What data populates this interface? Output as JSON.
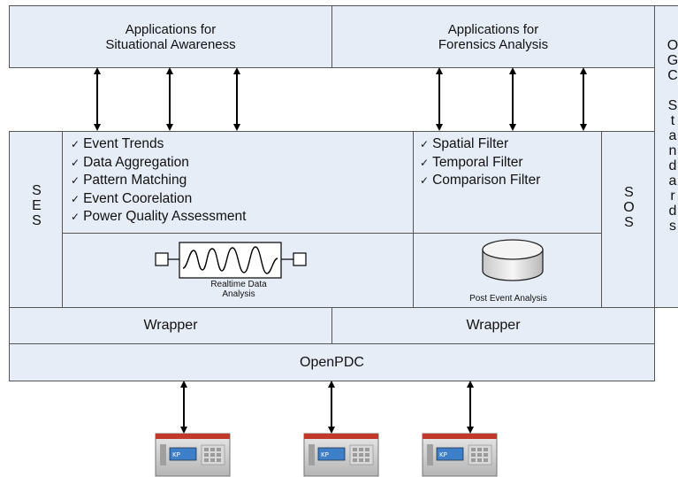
{
  "top": {
    "situational_line1": "Applications for",
    "situational_line2": "Situational Awareness",
    "forensics_line1": "Applications for",
    "forensics_line2": "Forensics Analysis"
  },
  "ogc_letters": [
    "O",
    "G",
    "C",
    "",
    "S",
    "t",
    "a",
    "n",
    "d",
    "a",
    "r",
    "d",
    "s"
  ],
  "ses_letters": [
    "S",
    "E",
    "S"
  ],
  "sos_letters": [
    "S",
    "O",
    "S"
  ],
  "left_checks": [
    "Event Trends",
    "Data Aggregation",
    "Pattern Matching",
    "Event Coorelation",
    "Power Quality Assessment"
  ],
  "right_checks": [
    "Spatial Filter",
    "Temporal Filter",
    "Comparison Filter"
  ],
  "check_glyph": "✓",
  "realtime_line1": "Realtime Data",
  "realtime_line2": "Analysis",
  "post_event": "Post Event Analysis",
  "wrapper_left": "Wrapper",
  "wrapper_right": "Wrapper",
  "openpdc": "OpenPDC",
  "device_screen_text": "KP"
}
